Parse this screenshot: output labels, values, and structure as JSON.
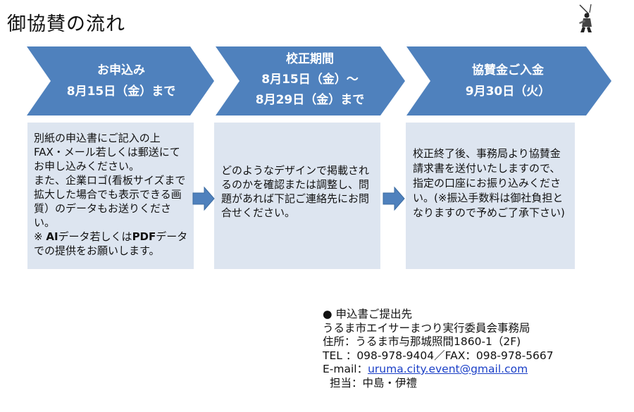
{
  "page": {
    "title": "御協賛の流れ"
  },
  "colors": {
    "chevron": "#4f81bd",
    "box_bg": "#dde5f0",
    "arrow": "#4f81bd",
    "link": "#1a3fc7"
  },
  "steps": [
    {
      "title": "お申込み",
      "date_lines": [
        "8月15日（金）まで"
      ]
    },
    {
      "title": "校正期間",
      "date_lines": [
        "8月15日（金）～",
        "8月29日（金）まで"
      ]
    },
    {
      "title": "協賛金ご入金",
      "date_lines": [
        "9月30日（火）"
      ]
    }
  ],
  "boxes": [
    {
      "text_1": "別紙の申込書にご記入の上\nFAX・メール若しくは郵送にてお申し込みください。\nまた、企業ロゴ(看板サイズまで拡大した場合でも表示できる画質）のデータもお送りください。",
      "note_prefix": "※ ",
      "note_bold_1": "AI",
      "note_mid": "データ若しくは",
      "note_bold_2": "PDF",
      "note_suffix": "データでの提供をお願いします。"
    },
    {
      "text": "どのようなデザインで掲載されるのかを確認または調整し、問題があれば下記ご連絡先にお問合せください。"
    },
    {
      "text": "校正終了後、事務局より協賛金請求書を送付いたしますので、指定の口座にお振り込みください。(※振込手数料は御社負担となりますので予めご了承下さい)"
    }
  ],
  "contact": {
    "heading": "●  申込書ご提出先",
    "org": "うるま市エイサーまつり実行委員会事務局",
    "address": "住所：うるま市与那城照間1860-1（2F)",
    "tel_fax": "TEL  ：098-978-9404／FAX：098-978-5667",
    "email_label": "E-mail：",
    "email": "uruma.city.event@gmail.com",
    "person": "担当：中島・伊禮"
  },
  "icons": {
    "logo": "eisa-dancer-logo-icon",
    "arrow": "right-arrow-icon"
  }
}
